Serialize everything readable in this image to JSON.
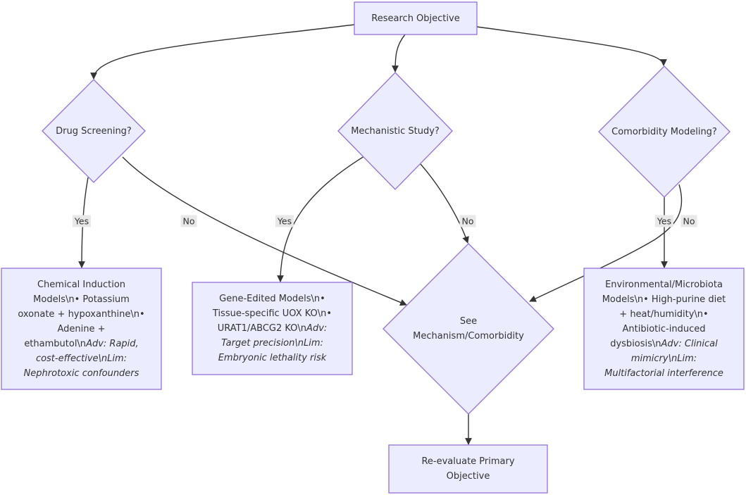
{
  "nodes": {
    "research_objective": "Research Objective",
    "drug_screening": "Drug Screening?",
    "mechanistic_study": "Mechanistic Study?",
    "comorbidity_modeling": "Comorbidity Modeling?",
    "chemical_induction": {
      "line1": "Chemical Induction",
      "line2": "Models\\n• Potassium",
      "line3": "oxonate + hypoxanthine\\n•",
      "line4": "Adenine +",
      "line5a": "ethambutol\\n",
      "line5b": "Adv: Rapid,",
      "line6": "cost-effective\\nLim:",
      "line7": "Nephrotoxic confounders"
    },
    "gene_edited": {
      "line1": "Gene-Edited Models\\n•",
      "line2": "Tissue-specific UOX KO\\n•",
      "line3a": "URAT1/ABCG2 KO\\n",
      "line3b": "Adv:",
      "line4": "Target precision\\nLim:",
      "line5": "Embryonic lethality risk"
    },
    "environmental": {
      "line1": "Environmental/Microbiota",
      "line2": "Models\\n• High-purine diet",
      "line3": "+ heat/humidity\\n•",
      "line4": "Antibiotic-induced",
      "line5a": "dysbiosis\\n",
      "line5b": "Adv: Clinical",
      "line6": "mimicry\\nLim:",
      "line7": "Multifactorial interference"
    },
    "see_mechanism": {
      "line1": "See",
      "line2": "Mechanism/Comorbidity"
    },
    "reevaluate": {
      "line1": "Re-evaluate Primary",
      "line2": "Objective"
    }
  },
  "edge_labels": {
    "drug_yes": "Yes",
    "drug_no": "No",
    "mech_yes": "Yes",
    "mech_no": "No",
    "como_yes": "Yes",
    "como_no": "No"
  },
  "colors": {
    "node_fill": "#ECECFF",
    "node_stroke": "#9370DB",
    "edge": "#333333",
    "edge_label_bg": "#e8e8e8"
  }
}
